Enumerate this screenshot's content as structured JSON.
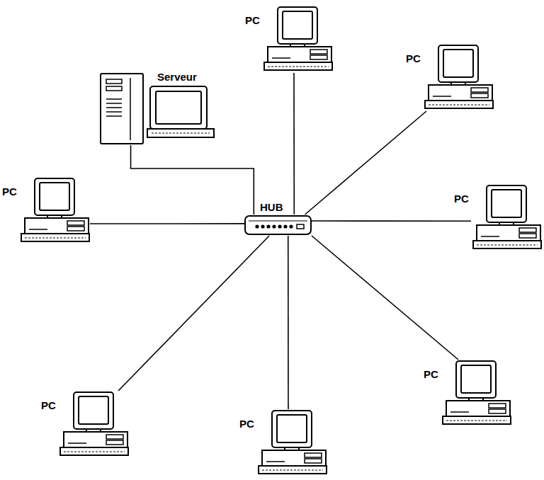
{
  "diagram": {
    "nodes": [
      {
        "text": [
          "PC"
        ]
      },
      {
        "text": [
          "PC"
        ]
      },
      {
        "text": [
          "Serveur"
        ]
      },
      {
        "text": [
          "PC"
        ]
      },
      {
        "text": [
          "HUB"
        ]
      },
      {
        "text": [
          "PC"
        ]
      },
      {
        "text": [
          "PC"
        ]
      },
      {
        "text": [
          "PC"
        ]
      },
      {
        "text": [
          "PC"
        ]
      }
    ],
    "edges": [
      {
        "from": 0,
        "to": 4,
        "arrow": "none"
      },
      {
        "from": 1,
        "to": 4,
        "arrow": "none"
      },
      {
        "from": 2,
        "to": 4,
        "arrow": "none"
      },
      {
        "from": 3,
        "to": 4,
        "arrow": "none"
      },
      {
        "from": 5,
        "to": 4,
        "arrow": "none"
      },
      {
        "from": 6,
        "to": 4,
        "arrow": "none"
      },
      {
        "from": 7,
        "to": 4,
        "arrow": "none"
      },
      {
        "from": 8,
        "to": 4,
        "arrow": "none"
      }
    ]
  }
}
